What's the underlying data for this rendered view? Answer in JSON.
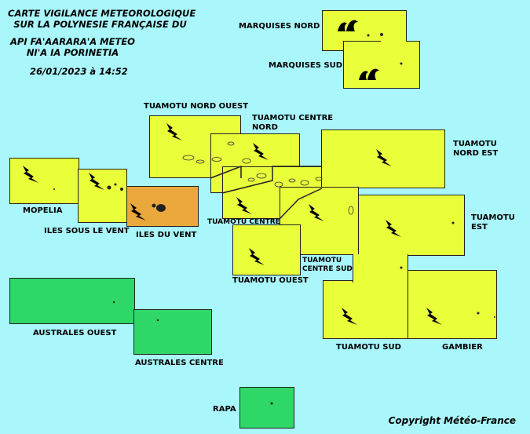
{
  "header": {
    "line1": "CARTE VIGILANCE METEOROLOGIQUE",
    "line2": "SUR LA POLYNESIE FRANÇAISE DU",
    "line3": "API FA'AARARA'A METEO",
    "line4": "NI'A IA PORINETIA",
    "datetime": "26/01/2023 à 14:52"
  },
  "colors": {
    "background": "#a9f6fb",
    "yellow": "#e8ff3a",
    "orange": "#eaa83c",
    "green": "#2ed766"
  },
  "legend_icons": {
    "thunderstorm": "lightning-icon",
    "waves": "waves-icon"
  },
  "zones": {
    "marquises_nord": {
      "label": "MARQUISES NORD",
      "level": "yellow",
      "hazard": "waves"
    },
    "marquises_sud": {
      "label": "MARQUISES SUD",
      "level": "yellow",
      "hazard": "waves"
    },
    "tuamotu_nord_ouest": {
      "label": "TUAMOTU NORD OUEST",
      "level": "yellow",
      "hazard": "thunderstorm"
    },
    "tuamotu_centre_nord": {
      "label1": "TUAMOTU CENTRE",
      "label2": "NORD",
      "level": "yellow",
      "hazard": "thunderstorm"
    },
    "tuamotu_nord_est": {
      "label1": "TUAMOTU",
      "label2": "NORD EST",
      "level": "yellow",
      "hazard": "thunderstorm"
    },
    "mopelia": {
      "label": "MOPELIA",
      "level": "yellow",
      "hazard": "thunderstorm"
    },
    "iles_sous_le_vent": {
      "label": "ILES SOUS LE VENT",
      "level": "yellow",
      "hazard": "thunderstorm"
    },
    "iles_du_vent": {
      "label": "ILES DU VENT",
      "level": "orange",
      "hazard": "thunderstorm"
    },
    "tuamotu_centre": {
      "label": "TUAMOTU CENTRE",
      "level": "yellow",
      "hazard": "thunderstorm"
    },
    "tuamotu_est": {
      "label1": "TUAMOTU",
      "label2": "EST",
      "level": "yellow",
      "hazard": "thunderstorm"
    },
    "tuamotu_centre_sud": {
      "label1": "TUAMOTU",
      "label2": "CENTRE SUD",
      "level": "yellow",
      "hazard": "thunderstorm"
    },
    "tuamotu_ouest": {
      "label": "TUAMOTU OUEST",
      "level": "yellow",
      "hazard": "thunderstorm"
    },
    "tuamotu_sud": {
      "label": "TUAMOTU SUD",
      "level": "yellow",
      "hazard": "thunderstorm"
    },
    "gambier": {
      "label": "GAMBIER",
      "level": "yellow",
      "hazard": "thunderstorm"
    },
    "australes_ouest": {
      "label": "AUSTRALES OUEST",
      "level": "green",
      "hazard": "none"
    },
    "australes_centre": {
      "label": "AUSTRALES CENTRE",
      "level": "green",
      "hazard": "none"
    },
    "rapa": {
      "label": "RAPA",
      "level": "green",
      "hazard": "none"
    }
  },
  "copyright": "Copyright Météo-France"
}
